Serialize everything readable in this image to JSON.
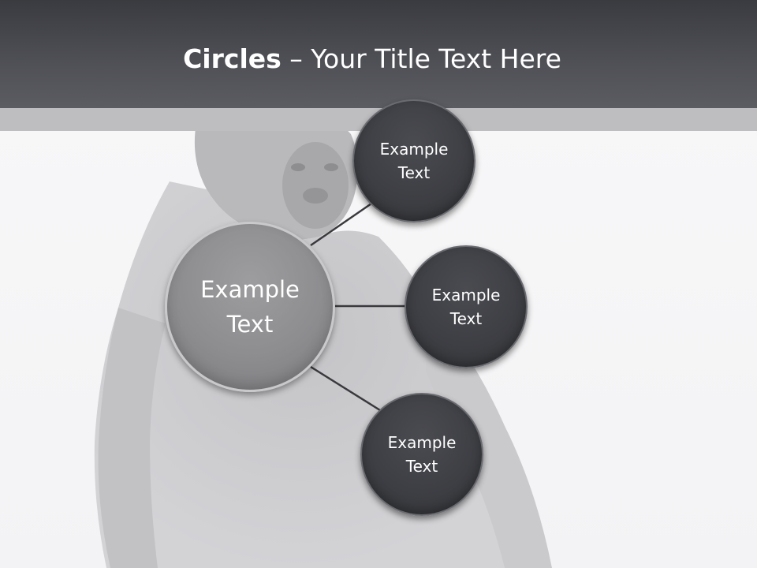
{
  "title": {
    "bold": "Circles",
    "rest": " – Your Title Text Here"
  },
  "center_node": {
    "line1": "Example",
    "line2": "Text"
  },
  "nodes": [
    {
      "line1": "Example",
      "line2": "Text"
    },
    {
      "line1": "Example",
      "line2": "Text"
    },
    {
      "line1": "Example",
      "line2": "Text"
    }
  ],
  "colors": {
    "header": "#46474c",
    "header_band": "#bebec0",
    "center_circle": "#8d8d90",
    "outer_circle": "#3d3e43",
    "connector": "#3a3a3e"
  }
}
